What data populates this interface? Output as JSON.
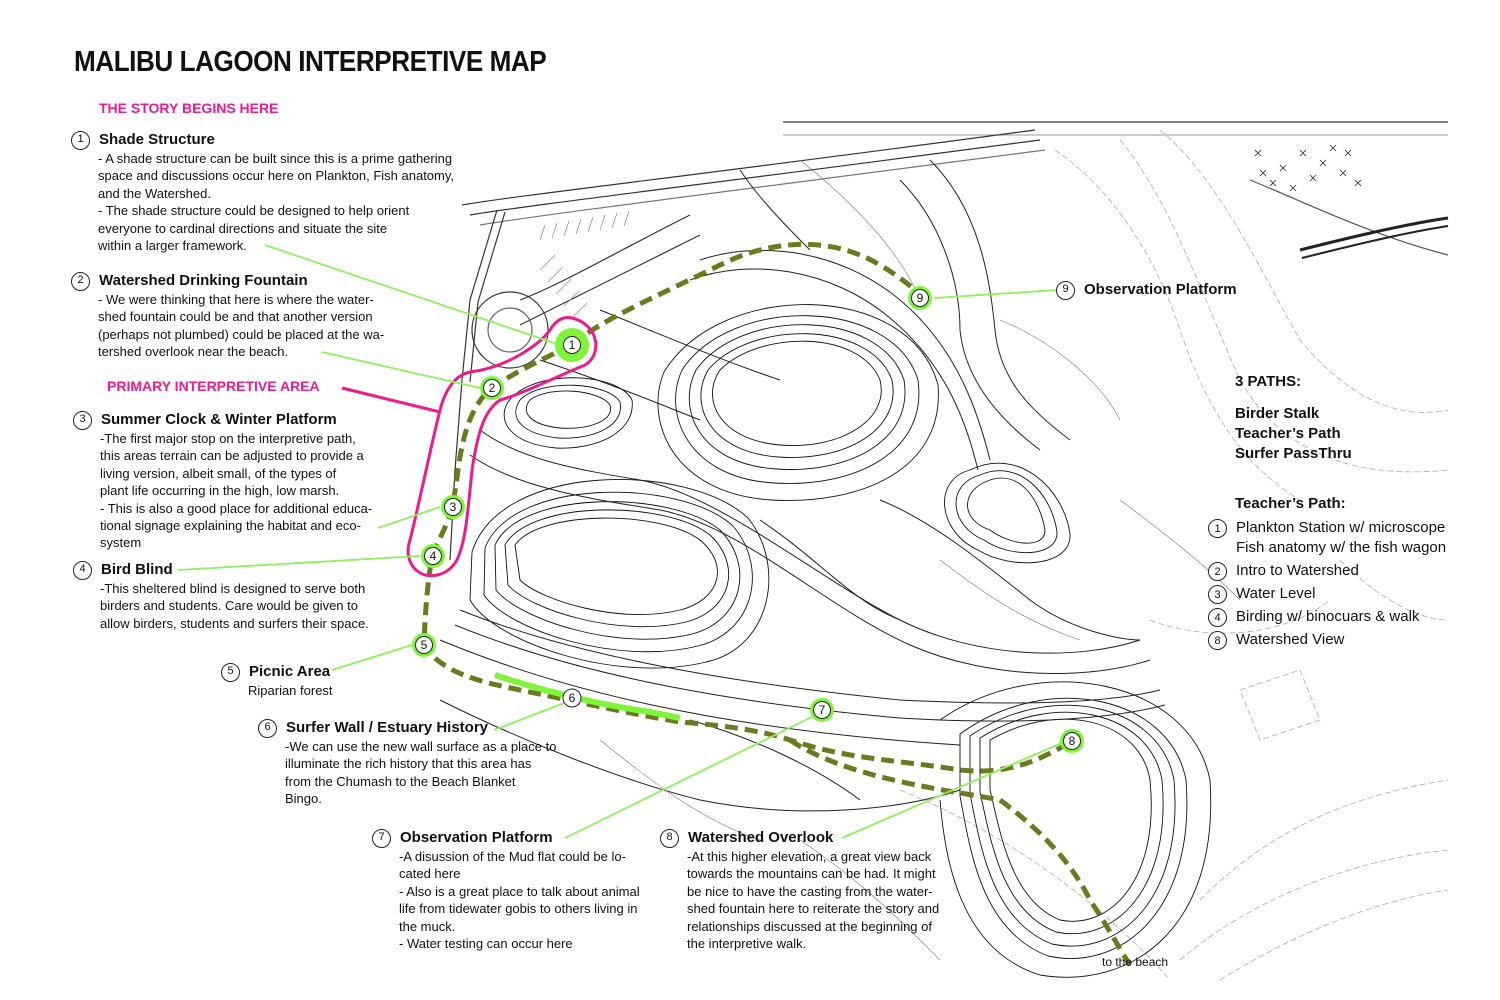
{
  "title": "MALIBU LAGOON INTERPRETIVE MAP",
  "story_begins": "THE STORY BEGINS HERE",
  "primary_area": "PRIMARY INTERPRETIVE AREA",
  "colors": {
    "path": "#6b7a1e",
    "marker": "#7ff53a",
    "primary_outline": "#ec1c8c",
    "callout_line": "#8ef05a"
  },
  "annotations": [
    {
      "num": "1",
      "title": "Shade Structure",
      "lines": [
        "- A shade structure can be built since this is a prime gathering",
        "space and discussions occur here  on Plankton, Fish anatomy,",
        "and the Watershed.",
        "- The shade structure could be designed to help orient",
        "everyone to cardinal directions and situate the site",
        "within a larger framework."
      ]
    },
    {
      "num": "2",
      "title": "Watershed Drinking Fountain",
      "lines": [
        "- We were thinking that here is where the water-",
        "shed fountain could be and that another version",
        "(perhaps not plumbed) could be placed at the wa-",
        "tershed overlook near the beach."
      ]
    },
    {
      "num": "3",
      "title": "Summer Clock & Winter Platform",
      "lines": [
        "-The first major stop on the interpretive path,",
        "this areas terrain can be adjusted to provide a",
        "living version, albeit small, of the types of",
        "plant life occurring in the high, low marsh.",
        "- This is also a good place for additional educa-",
        "tional signage explaining the habitat and eco-",
        "system"
      ]
    },
    {
      "num": "4",
      "title": "Bird Blind",
      "lines": [
        "-This sheltered blind is designed to serve both",
        "birders and students. Care would be given to",
        "allow birders, students and surfers their space."
      ]
    },
    {
      "num": "5",
      "title": "Picnic Area",
      "lines": [
        "Riparian forest"
      ]
    },
    {
      "num": "6",
      "title": "Surfer Wall / Estuary History",
      "lines": [
        "-We can use the new wall surface as a place to",
        "illuminate the rich history that this area has",
        "from the Chumash to the Beach Blanket",
        "Bingo."
      ]
    },
    {
      "num": "7",
      "title": "Observation Platform",
      "lines": [
        "-A disussion of the Mud flat could be lo-",
        "cated here",
        "- Also is a great place to talk about animal",
        "life from tidewater gobis to others living in",
        "the muck.",
        "- Water testing can occur here"
      ]
    },
    {
      "num": "8",
      "title": "Watershed Overlook",
      "lines": [
        "-At this higher elevation, a great view back",
        "towards the mountains can be had. It might",
        "be nice to have the casting from the water-",
        "shed fountain here to reiterate the story and",
        "relationships discussed at the beginning of",
        "the interpretive walk."
      ]
    },
    {
      "num": "9",
      "title": "Observation Platform",
      "lines": []
    }
  ],
  "paths": {
    "heading": "3 PATHS:",
    "items": [
      "Birder Stalk",
      "Teacher’s Path",
      "Surfer PassThru"
    ]
  },
  "teachers_path": {
    "heading": "Teacher’s Path:",
    "items": [
      {
        "num": "1",
        "lines": [
          "Plankton Station w/ microscope",
          "Fish anatomy w/ the fish wagon"
        ]
      },
      {
        "num": "2",
        "lines": [
          "Intro to Watershed"
        ]
      },
      {
        "num": "3",
        "lines": [
          "Water Level"
        ]
      },
      {
        "num": "4",
        "lines": [
          "Birding w/ binocuars & walk"
        ]
      },
      {
        "num": "8",
        "lines": [
          "Watershed View"
        ]
      }
    ]
  },
  "map_labels": {
    "to_beach": "to the beach"
  },
  "markers": [
    "1",
    "2",
    "3",
    "4",
    "5",
    "6",
    "7",
    "8",
    "9"
  ]
}
